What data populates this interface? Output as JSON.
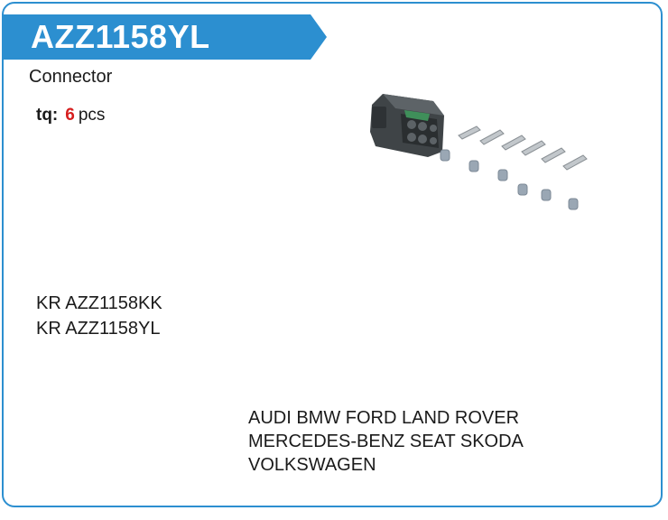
{
  "header": {
    "code": "AZZ1158YL"
  },
  "product": {
    "type": "Connector"
  },
  "quantity": {
    "label": "tq:",
    "value": "6",
    "unit": "pcs"
  },
  "kit_codes": [
    "KR AZZ1158KK",
    "KR AZZ1158YL"
  ],
  "makes": [
    "AUDI BMW FORD LAND ROVER",
    "MERCEDES-BENZ SEAT SKODA",
    "VOLKSWAGEN"
  ],
  "colors": {
    "accent": "#2c8fd0",
    "qty_value": "#d61e1e",
    "connector_body": "#4a4f52",
    "seal": "#9aa7b4"
  }
}
